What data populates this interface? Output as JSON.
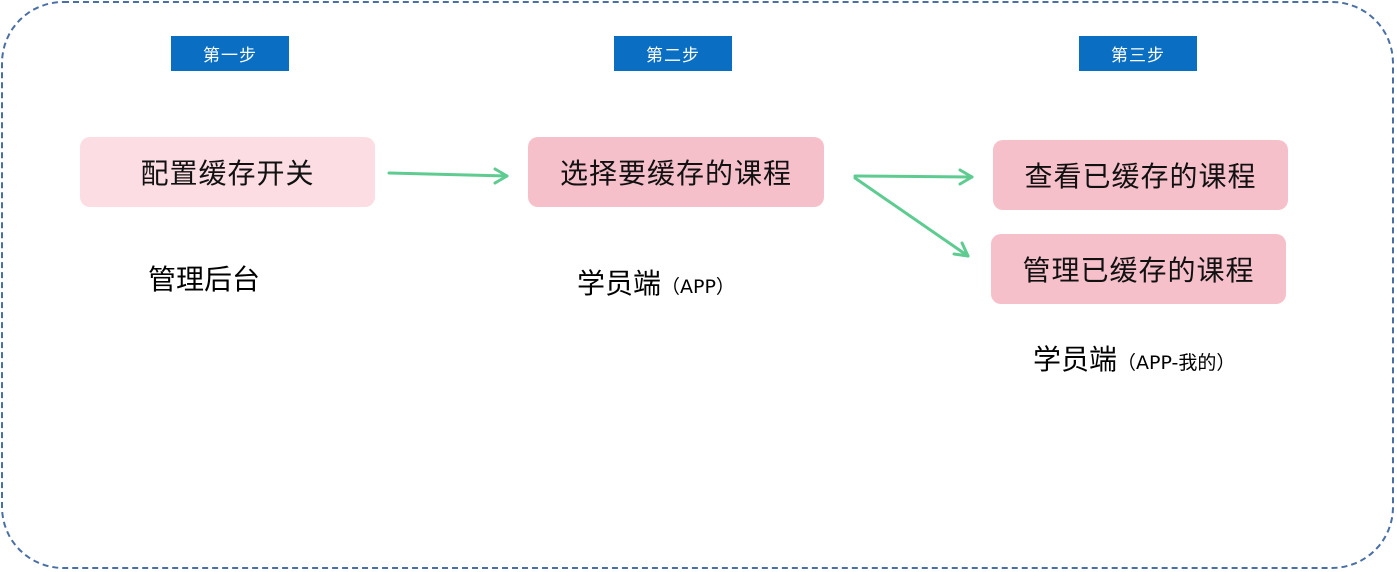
{
  "steps": [
    {
      "tag": "第一步",
      "boxes": [
        "配置缓存开关"
      ],
      "caption_main": "管理后台",
      "caption_sub": ""
    },
    {
      "tag": "第二步",
      "boxes": [
        "选择要缓存的课程"
      ],
      "caption_main": "学员端",
      "caption_sub": "（APP）"
    },
    {
      "tag": "第三步",
      "boxes": [
        "查看已缓存的课程",
        "管理已缓存的课程"
      ],
      "caption_main": "学员端",
      "caption_sub": "（APP-我的）"
    }
  ],
  "colors": {
    "tag_bg": "#0a6fc2",
    "box_light": "#fbdde3",
    "box_pink": "#f6c0cb",
    "arrow": "#5ecb91",
    "frame": "#4a6fa5"
  }
}
